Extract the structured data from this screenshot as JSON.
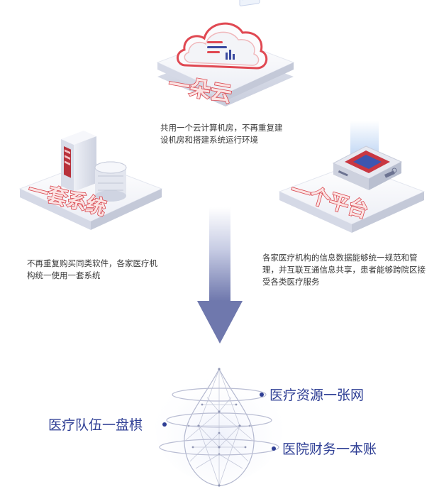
{
  "nodes": {
    "cloud": {
      "title": "一朵云",
      "desc_lines": [
        "共用一个云计算机房，不再重复建",
        "设机房和搭建系统运行环境"
      ]
    },
    "system": {
      "title": "一套系统",
      "desc_lines": [
        "不再重复购买同类软件，各家医疗机",
        "构统一使用一套系统"
      ]
    },
    "platform": {
      "title": "一个平台",
      "desc_lines": [
        "各家医疗机构的信息数据能够统一规范和管",
        "理，并互联互通信息共享，患者能够跨院区接",
        "受各类医疗服务"
      ]
    }
  },
  "outcomes": {
    "resources": "医疗资源一张网",
    "team": "医疗队伍一盘棋",
    "finance": "医院财务一本账"
  },
  "colors": {
    "accent_red": "#d9464e",
    "navy": "#2f3f95",
    "arrow_light": "#e6e9f5"
  }
}
